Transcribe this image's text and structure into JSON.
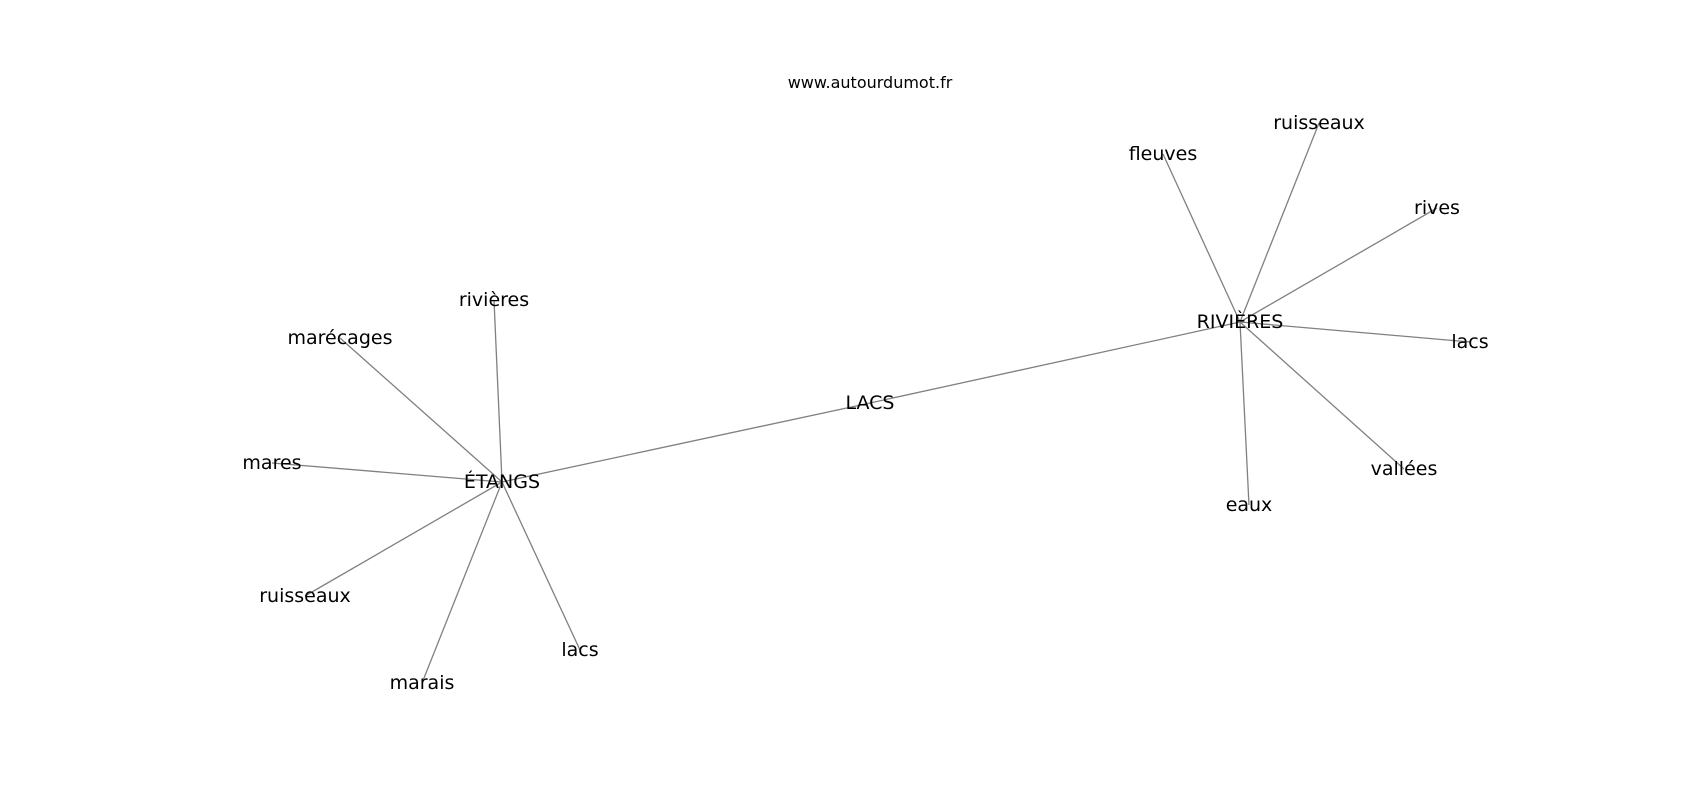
{
  "watermark": "www.autourdumot.fr",
  "graph": {
    "center": {
      "id": "lacs_center",
      "label": "LACS"
    },
    "hubs": [
      {
        "id": "etangs",
        "label": "ÉTANGS",
        "neighbors": [
          "rivières",
          "marécages",
          "mares",
          "ruisseaux",
          "marais",
          "lacs"
        ]
      },
      {
        "id": "rivieres",
        "label": "RIVIÈRES",
        "neighbors": [
          "fleuves",
          "ruisseaux",
          "rives",
          "lacs",
          "vallées",
          "eaux"
        ]
      }
    ],
    "edges": [
      [
        "lacs_center",
        "etangs"
      ],
      [
        "lacs_center",
        "rivieres"
      ],
      [
        "etangs",
        "etangs_rivieres"
      ],
      [
        "etangs",
        "etangs_marecages"
      ],
      [
        "etangs",
        "etangs_mares"
      ],
      [
        "etangs",
        "etangs_ruisseaux"
      ],
      [
        "etangs",
        "etangs_marais"
      ],
      [
        "etangs",
        "etangs_lacs"
      ],
      [
        "rivieres",
        "rivieres_fleuves"
      ],
      [
        "rivieres",
        "rivieres_ruisseaux"
      ],
      [
        "rivieres",
        "rivieres_rives"
      ],
      [
        "rivieres",
        "rivieres_lacs"
      ],
      [
        "rivieres",
        "rivieres_vallees"
      ],
      [
        "rivieres",
        "rivieres_eaux"
      ]
    ],
    "edge_color": "#808080"
  }
}
